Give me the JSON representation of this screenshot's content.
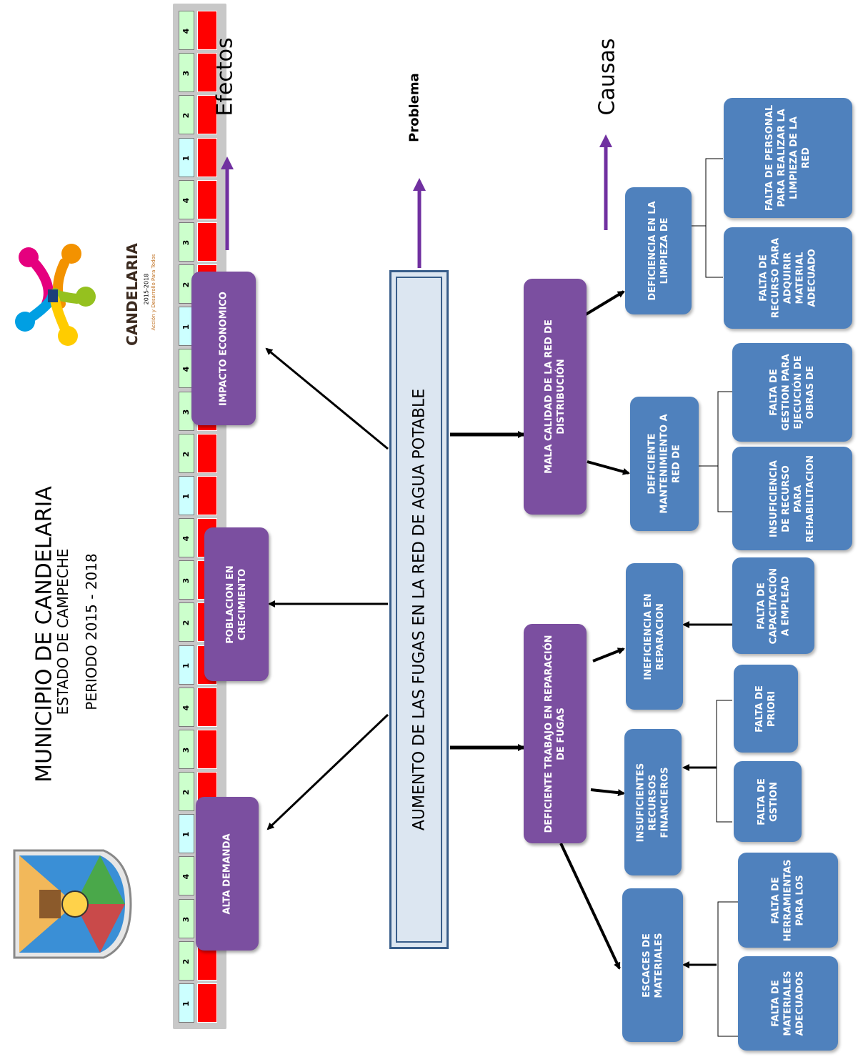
{
  "header": {
    "municipio": "MUNICIPIO DE CANDELARIA",
    "estado": "ESTADO DE CAMPECHE",
    "periodo": "PERIODO 2015 - 2018",
    "logo_text": "CANDELARIA",
    "logo_sub": "2015-2018",
    "logo_tagline": "Acción y Desarrollo Para Todos"
  },
  "labels": {
    "efectos": "Efectos",
    "problema": "Problema",
    "causas": "Causas"
  },
  "timeline": {
    "quarters": [
      "1",
      "2",
      "3",
      "4"
    ],
    "years": 6,
    "colors": {
      "q1": "#ccffff",
      "q2": "#ccffcc",
      "q3": "#ccffcc",
      "q4": "#ccffcc",
      "bar": "#ff0000"
    }
  },
  "problema": "AUMENTO DE LAS FUGAS EN LA RED DE AGUA POTABLE",
  "efectos": [
    {
      "text": "ALTA DEMANDA"
    },
    {
      "text": "POBLACION EN CRECIMIENTO"
    },
    {
      "text": "IMPACTO ECONOMICO"
    }
  ],
  "causas_principales": [
    {
      "text": "DEFICIENTE TRABAJO EN REPARACIÓN DE FUGAS"
    },
    {
      "text": "MALA CALIDAD DE LA RED DE DISTRIBUCIÓN"
    }
  ],
  "causas_secundarias": [
    {
      "text": "ESCACES DE MATERIALES"
    },
    {
      "text": "INSUFICIENTES RECURSOS FINANCIEROS"
    },
    {
      "text": "INEFICIENCIA EN REPARACION"
    },
    {
      "text": "DEFICIENTE MANTENIMIENTO A RED DE"
    },
    {
      "text": "DEFICIENCIA EN LA LIMPIEZA DE"
    }
  ],
  "causas_raiz": [
    {
      "text": "FALTA DE MATERIALES ADECUADOS"
    },
    {
      "text": "FALTA DE HERRAMIENTAS PARA LOS"
    },
    {
      "text": "FALTA DE GSTION"
    },
    {
      "text": "FALTA DE PRIORI"
    },
    {
      "text": "FALTA DE CAPACITACIÓN A EMPLEAD"
    },
    {
      "text": "INSUFICIENCIA DE RECURSO PARA REHABILITACION"
    },
    {
      "text": "FALTA DE GESTION PARA EJECUCIÓN DE OBRAS DE"
    },
    {
      "text": "FALTA DE RECURSO PARA ADQUIRIR MATERIAL ADECUADO"
    },
    {
      "text": "FALTA DE PERSONAL PARA REALIZAR LA LIMPIEZA DE LA RED"
    }
  ],
  "colors": {
    "purple": "#7b4fa0",
    "blue": "#4f81bd",
    "arrow_purple": "#7030a0",
    "main_fill": "#dce6f1",
    "main_border": "#385d8a"
  }
}
